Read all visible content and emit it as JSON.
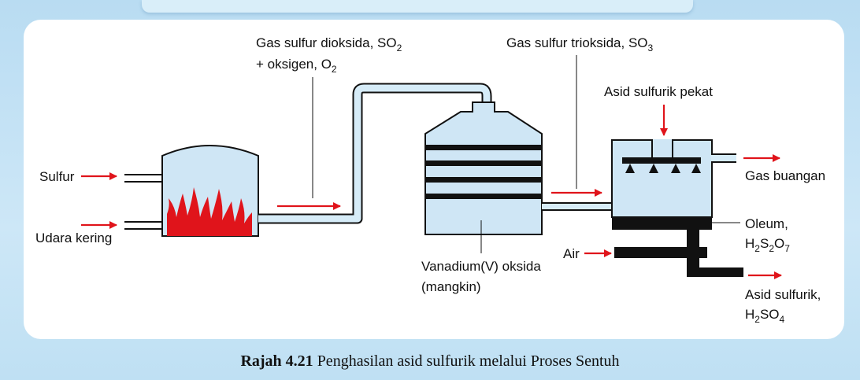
{
  "colors": {
    "pipe_fill": "#d6ecf8",
    "vessel_fill": "#cfe6f5",
    "outline": "#111111",
    "arrow": "#e0141b",
    "flame": "#e0141b",
    "background": "#c5e3f5"
  },
  "labels": {
    "sulfur": "Sulfur",
    "dry_air": "Udara kering",
    "so2_line1_prefix": "Gas sulfur dioksida, SO",
    "so2_line1_sub": "2",
    "so2_line2_prefix": "+ oksigen, O",
    "so2_line2_sub": "2",
    "so3_prefix": "Gas sulfur trioksida, SO",
    "so3_sub": "3",
    "conc_acid": "Asid sulfurik pekat",
    "waste_gas": "Gas buangan",
    "oleum_line1": "Oleum,",
    "oleum_h": "H",
    "oleum_h_sub": "2",
    "oleum_s": "S",
    "oleum_s_sub": "2",
    "oleum_o": "O",
    "oleum_o_sub": "7",
    "water": "Air",
    "catalyst_line1": "Vanadium(V) oksida",
    "catalyst_line2": "(mangkin)",
    "acid_line1": "Asid sulfurik,",
    "acid_h": "H",
    "acid_h_sub": "2",
    "acid_so": "SO",
    "acid_so_sub": "4"
  },
  "caption": {
    "figure_label": "Rajah 4.21",
    "text": "Penghasilan asid sulfurik melalui Proses Sentuh"
  },
  "icons": [
    "arrow-icon",
    "flame-icon",
    "spray-nozzle-icon"
  ]
}
